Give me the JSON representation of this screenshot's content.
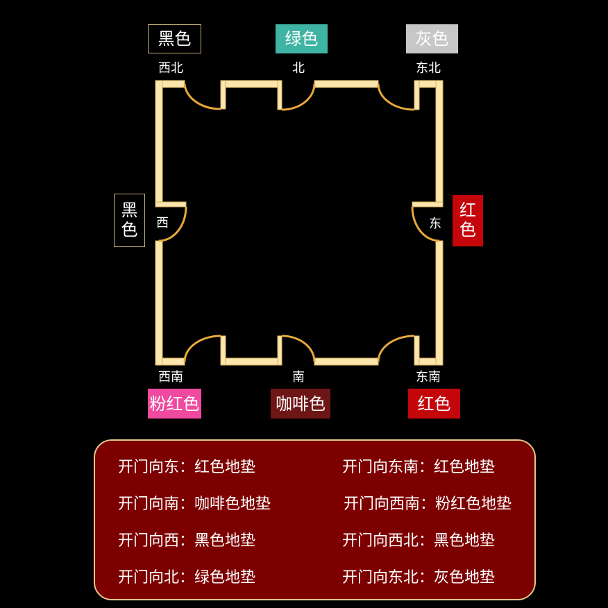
{
  "colors": {
    "wall": "#fbe6ad",
    "wall_edge": "#d8b05c",
    "door_arc": "#e8a93a",
    "black": "#000000",
    "green": "#3fb4a4",
    "gray": "#c7c7c7",
    "red": "#c4060b",
    "pink": "#ef4aa0",
    "coffee": "#6e1515",
    "legend_bg": "#7d0000",
    "legend_border": "#e4c88c"
  },
  "directions": {
    "northwest": "西北",
    "north": "北",
    "northeast": "东北",
    "west": "西",
    "east": "东",
    "southwest": "西南",
    "south": "南",
    "southeast": "东南"
  },
  "color_tags": {
    "northwest": "黑色",
    "north": "绿色",
    "northeast": "灰色",
    "west": "黑色",
    "east": "红色",
    "southwest": "粉红色",
    "south": "咖啡色",
    "southeast": "红色"
  },
  "legend": [
    "开门向东：红色地垫",
    "开门向东南：红色地垫",
    "开门向南：咖啡色地垫",
    "开门向西南：粉红色地垫",
    "开门向西：黑色地垫",
    "开门向西北：黑色地垫",
    "开门向北：绿色地垫",
    "开门向东北：灰色地垫"
  ]
}
